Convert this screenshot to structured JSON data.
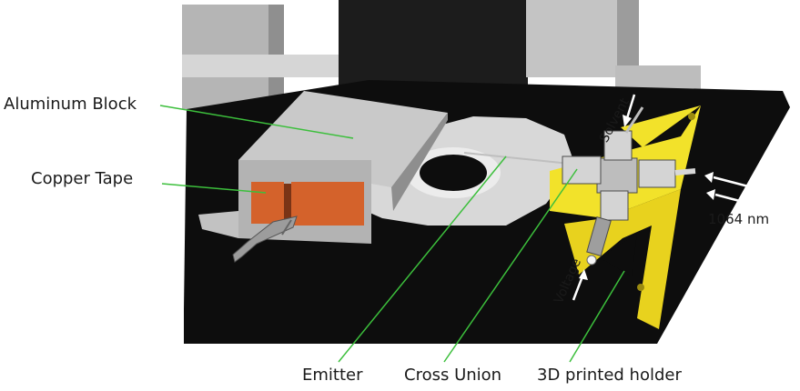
{
  "labels": {
    "aluminum_block": "Aluminum Block",
    "copper_tape": "Copper Tape",
    "emitter": "Emitter",
    "cross_union": "Cross Union",
    "holder": "3D printed holder",
    "wavelength": "1064 nm",
    "solvent": "Solvent",
    "voltage": "Voltage"
  },
  "colors": {
    "table": "#0d0d0d",
    "aluminum": "#c9c9c9",
    "copper": "#d4622b",
    "holder": "#f2e22a",
    "leader_line": "#3cbf3c",
    "disk": "#d8d8d8"
  }
}
